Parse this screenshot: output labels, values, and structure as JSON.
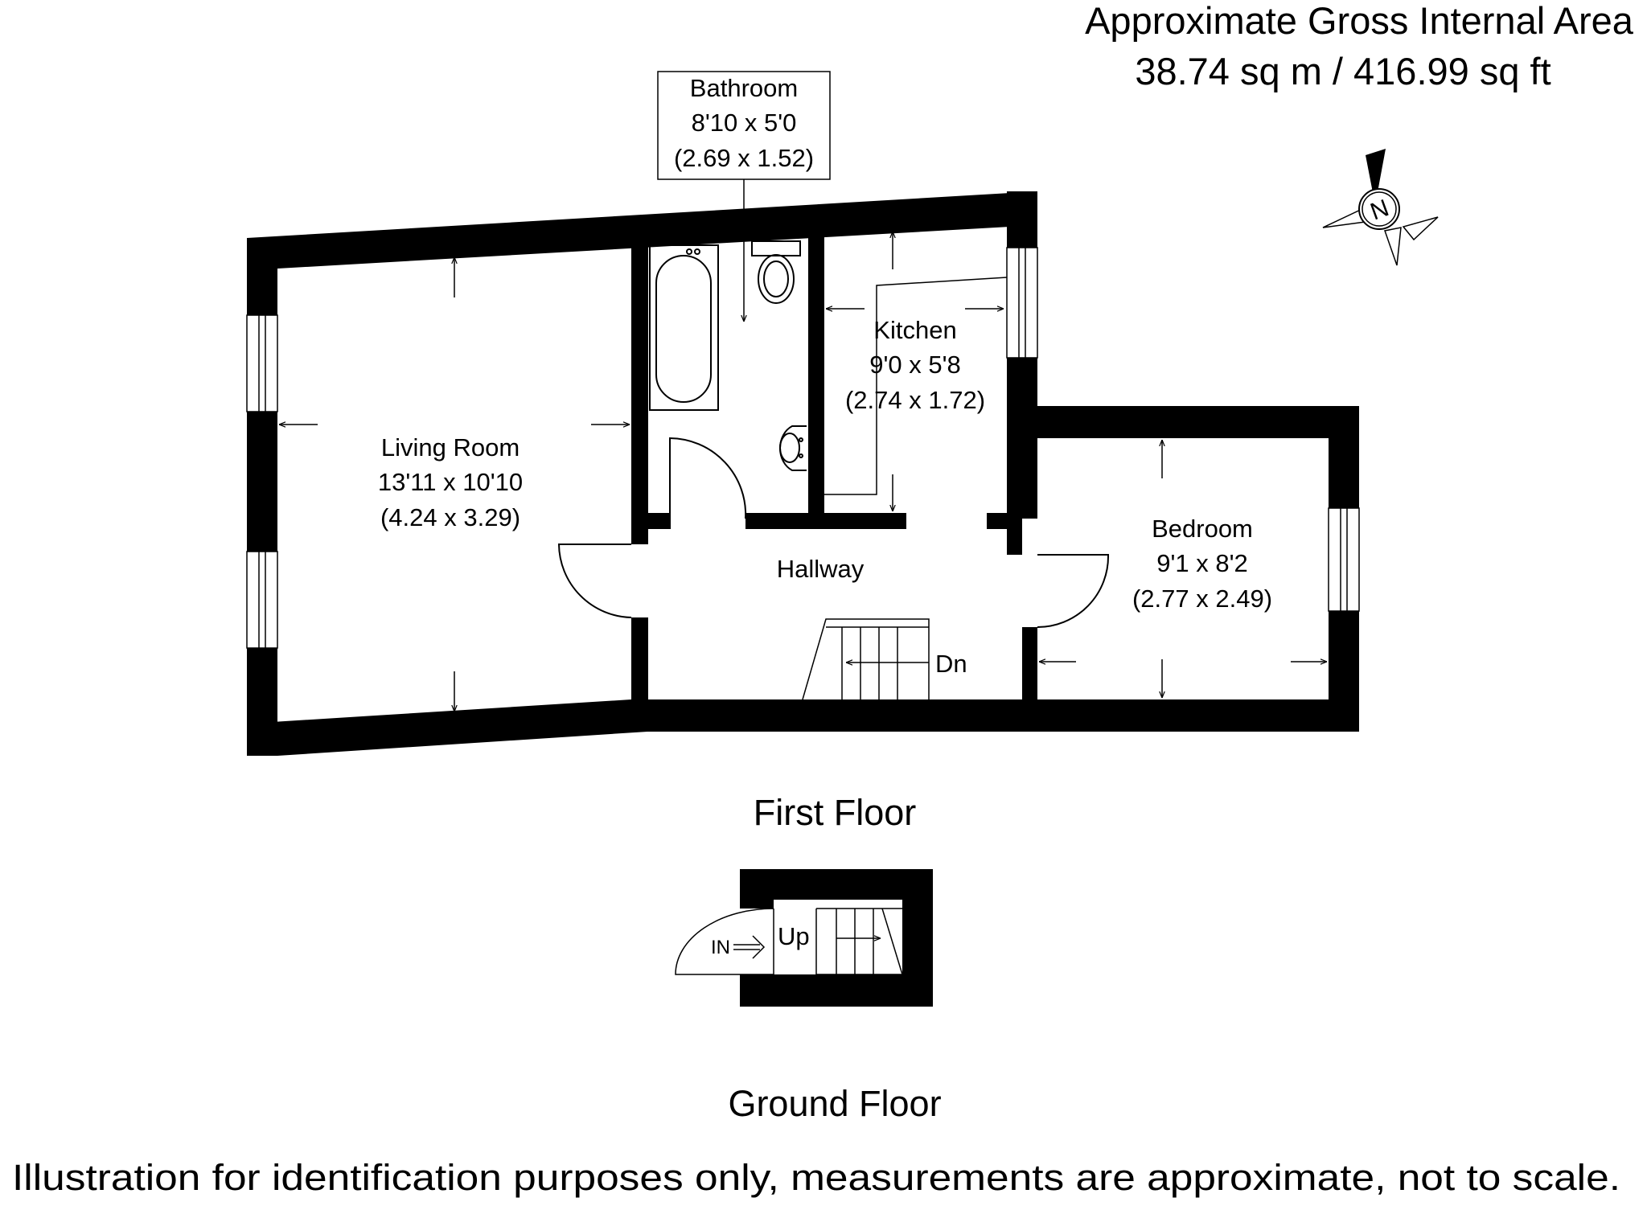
{
  "area": {
    "title": "Approximate Gross Internal Area",
    "value": "38.74 sq m / 416.99 sq ft"
  },
  "compass": {
    "letter": "N",
    "icon": "compass-north-icon"
  },
  "rooms": {
    "bathroom": {
      "name": "Bathroom",
      "imperial": "8'10 x 5'0",
      "metric": "(2.69 x 1.52)"
    },
    "living": {
      "name": "Living Room",
      "imperial": "13'11 x 10'10",
      "metric": "(4.24 x 3.29)"
    },
    "kitchen": {
      "name": "Kitchen",
      "imperial": "9'0 x 5'8",
      "metric": "(2.74 x 1.72)"
    },
    "hallway": {
      "name": "Hallway"
    },
    "bedroom": {
      "name": "Bedroom",
      "imperial": "9'1 x 8'2",
      "metric": "(2.77 x 2.49)"
    }
  },
  "stairs": {
    "down": "Dn",
    "up": "Up",
    "entrance": "IN"
  },
  "floors": {
    "first": "First Floor",
    "ground": "Ground Floor"
  },
  "disclaimer": "Illustration for identification purposes only, measurements are approximate, not to scale."
}
